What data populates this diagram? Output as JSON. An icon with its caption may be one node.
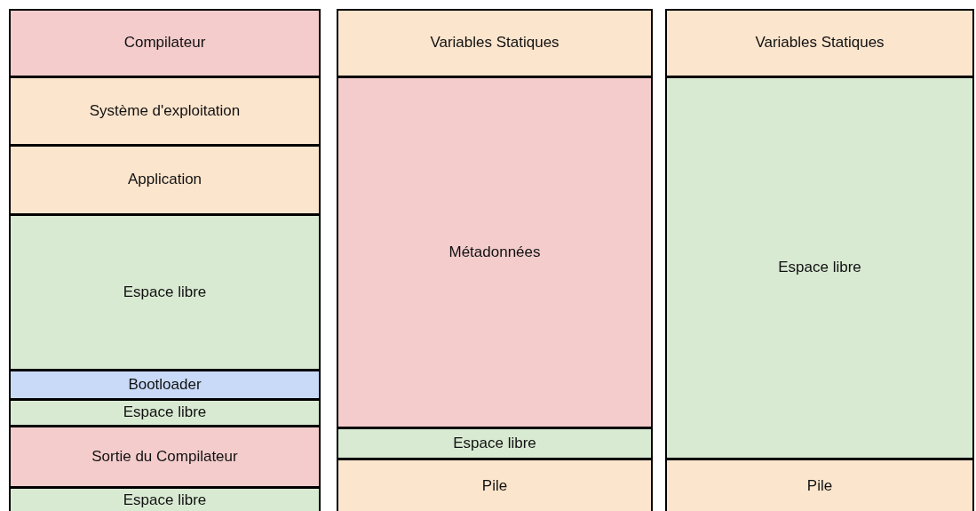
{
  "diagram": {
    "nodes": [
      {
        "text": [
          "Compilateur"
        ]
      },
      {
        "text": [
          "Système d'exploitation"
        ]
      },
      {
        "text": [
          "Application"
        ]
      },
      {
        "text": [
          "Espace libre"
        ]
      },
      {
        "text": [
          "Bootloader"
        ]
      },
      {
        "text": [
          "Espace libre"
        ]
      },
      {
        "text": [
          "Sortie du Compilateur"
        ]
      },
      {
        "text": [
          "Espace libre"
        ]
      },
      {
        "text": [
          "Variables Statiques"
        ]
      },
      {
        "text": [
          "Métadonnées"
        ]
      },
      {
        "text": [
          "Espace libre"
        ]
      },
      {
        "text": [
          "Pile"
        ]
      },
      {
        "text": [
          "Variables Statiques"
        ]
      },
      {
        "text": [
          "Espace libre"
        ]
      },
      {
        "text": [
          "Pile"
        ]
      }
    ]
  }
}
